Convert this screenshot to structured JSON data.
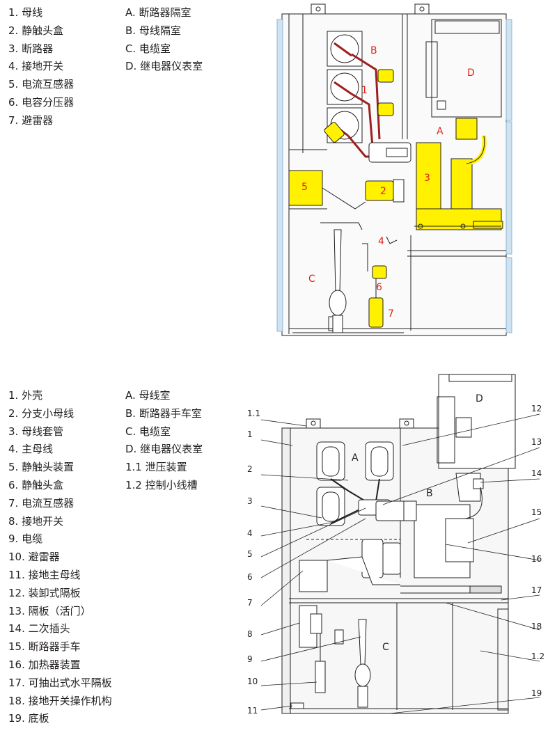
{
  "top": {
    "legend_components": [
      "1. 母线",
      "2. 静触头盒",
      "3. 断路器",
      "4. 接地开关",
      "5. 电流互感器",
      "6. 电容分压器",
      "7. 避雷器"
    ],
    "legend_compartments": [
      "A. 断路器隔室",
      "B. 母线隔室",
      "C. 电缆室",
      "D. 继电器仪表室"
    ],
    "diagram_labels": {
      "A": "A",
      "B": "B",
      "C": "C",
      "D": "D",
      "n1": "1",
      "n2": "2",
      "n3": "3",
      "n4": "4",
      "n5": "5",
      "n6": "6",
      "n7": "7"
    }
  },
  "bottom": {
    "legend_components": [
      "1. 外壳",
      "2. 分支小母线",
      "3. 母线套管",
      "4. 主母线",
      "5. 静触头装置",
      "6. 静触头盒",
      "7. 电流互感器",
      "8. 接地开关",
      "9. 电缆",
      "10. 避雷器",
      "11. 接地主母线",
      "12. 装卸式隔板",
      "13. 隔板（活门）",
      "14. 二次插头",
      "15. 断路器手车",
      "16. 加热器装置",
      "17. 可抽出式水平隔板",
      "18. 接地开关操作机构",
      "19. 底板"
    ],
    "legend_compartments": [
      "A. 母线室",
      "B. 断路器手车室",
      "C. 电缆室",
      "D. 继电器仪表室",
      "1.1 泄压装置",
      "1.2 控制小线槽"
    ],
    "diagram_labels": {
      "A": "A",
      "B": "B",
      "C": "C",
      "D": "D",
      "c1_1": "1.1",
      "c1": "1",
      "c2": "2",
      "c3": "3",
      "c4": "4",
      "c5": "5",
      "c6": "6",
      "c7": "7",
      "c8": "8",
      "c9": "9",
      "c10": "10",
      "c11": "11",
      "c12": "12",
      "c13": "13",
      "c14": "14",
      "c15": "15",
      "c16": "16",
      "c17": "17",
      "c18": "18",
      "c1_2": "1.2",
      "c19": "19"
    }
  },
  "colors": {
    "yellow": "#fff100",
    "red": "#e2231a",
    "line": "#231f20",
    "panel": "#f5f5f5",
    "edge": "#b9d6ea"
  }
}
